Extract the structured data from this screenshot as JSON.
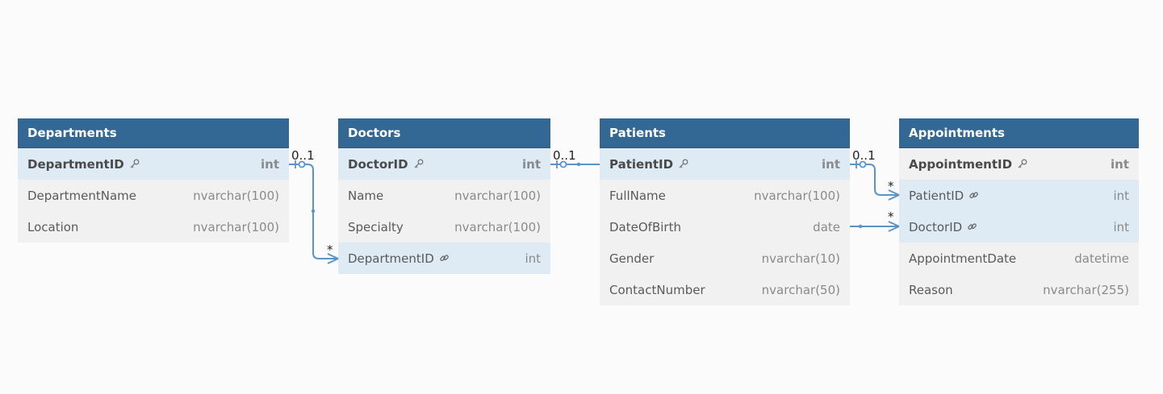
{
  "tables": [
    {
      "name": "Departments",
      "columns": [
        {
          "name": "DepartmentID",
          "type": "int",
          "key": "pk",
          "icon": "key-icon"
        },
        {
          "name": "DepartmentName",
          "type": "nvarchar(100)",
          "key": "",
          "icon": ""
        },
        {
          "name": "Location",
          "type": "nvarchar(100)",
          "key": "",
          "icon": ""
        }
      ]
    },
    {
      "name": "Doctors",
      "columns": [
        {
          "name": "DoctorID",
          "type": "int",
          "key": "pk",
          "icon": "key-icon"
        },
        {
          "name": "Name",
          "type": "nvarchar(100)",
          "key": "",
          "icon": ""
        },
        {
          "name": "Specialty",
          "type": "nvarchar(100)",
          "key": "",
          "icon": ""
        },
        {
          "name": "DepartmentID",
          "type": "int",
          "key": "fk",
          "icon": "link-icon"
        }
      ]
    },
    {
      "name": "Patients",
      "columns": [
        {
          "name": "PatientID",
          "type": "int",
          "key": "pk",
          "icon": "key-icon"
        },
        {
          "name": "FullName",
          "type": "nvarchar(100)",
          "key": "",
          "icon": ""
        },
        {
          "name": "DateOfBirth",
          "type": "date",
          "key": "",
          "icon": ""
        },
        {
          "name": "Gender",
          "type": "nvarchar(10)",
          "key": "",
          "icon": ""
        },
        {
          "name": "ContactNumber",
          "type": "nvarchar(50)",
          "key": "",
          "icon": ""
        }
      ]
    },
    {
      "name": "Appointments",
      "columns": [
        {
          "name": "AppointmentID",
          "type": "int",
          "key": "pk",
          "icon": "key-icon"
        },
        {
          "name": "PatientID",
          "type": "int",
          "key": "fk",
          "icon": "link-icon"
        },
        {
          "name": "DoctorID",
          "type": "int",
          "key": "fk",
          "icon": "link-icon"
        },
        {
          "name": "AppointmentDate",
          "type": "datetime",
          "key": "",
          "icon": ""
        },
        {
          "name": "Reason",
          "type": "nvarchar(255)",
          "key": "",
          "icon": ""
        }
      ]
    }
  ],
  "relationships": [
    {
      "from_table": "Departments",
      "from_column": "DepartmentID",
      "from_card": "0..1",
      "to_table": "Doctors",
      "to_column": "DepartmentID",
      "to_card": "*"
    },
    {
      "from_table": "Doctors",
      "from_column": "DoctorID",
      "from_card": "0..1",
      "to_table": "Patients",
      "to_column": "PatientID",
      "to_card": ""
    },
    {
      "from_table": "Patients",
      "from_column": "PatientID",
      "from_card": "0..1",
      "to_table": "Appointments",
      "to_column": "PatientID",
      "to_card": "*"
    },
    {
      "from_table": "Patients",
      "from_column": "DateOfBirth",
      "from_card": "",
      "to_table": "Appointments",
      "to_column": "DoctorID",
      "to_card": "*"
    }
  ],
  "colors": {
    "header": "#336894",
    "line": "#5b93c7",
    "highlight_row": "#deebf5"
  }
}
